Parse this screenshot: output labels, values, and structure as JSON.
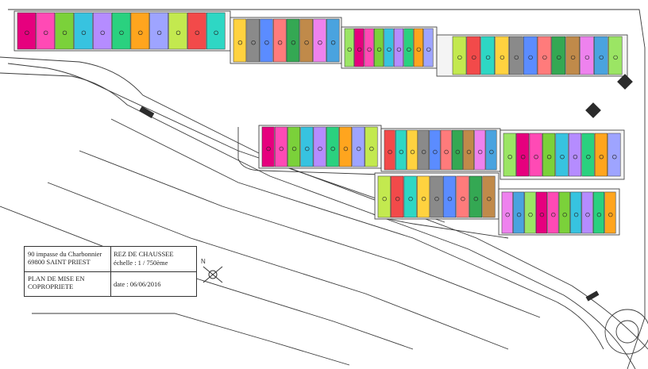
{
  "cartouche": {
    "address_line1": "90 impasse du Charbonnier",
    "address_line2": "69800 SAINT PRIEST",
    "level": "REZ DE CHAUSSEE",
    "scale": "échelle : 1 / 750ème",
    "plan_title_line1": "PLAN DE MISE EN",
    "plan_title_line2": "COPROPRIETE",
    "date": "date : 06/06/2016"
  },
  "north_arrow": {
    "label": "N",
    "icon": "compass-rose-icon"
  },
  "colors": {
    "line": "#3a3a3a",
    "lot_palette": [
      "#e6007e",
      "#ff4ab5",
      "#7bd13a",
      "#37c3e0",
      "#b58cff",
      "#2ad17f",
      "#ffa51e",
      "#9ea4ff",
      "#c3e94f",
      "#f24a4a",
      "#2ed7c4",
      "#ffd23f",
      "#8a8a8a",
      "#5b8cff",
      "#ff7b7b",
      "#34a853",
      "#c08a4a",
      "#ee82ee",
      "#4aa3df",
      "#9be564"
    ]
  },
  "buildings": [
    {
      "id": "A",
      "units": 11
    },
    {
      "id": "B",
      "units": 8
    },
    {
      "id": "C",
      "units": 9
    },
    {
      "id": "D",
      "units": 12
    },
    {
      "id": "E",
      "units": 9
    },
    {
      "id": "F",
      "units": 10
    },
    {
      "id": "G",
      "units": 9
    },
    {
      "id": "H",
      "units": 9
    },
    {
      "id": "I",
      "units": 10
    }
  ]
}
